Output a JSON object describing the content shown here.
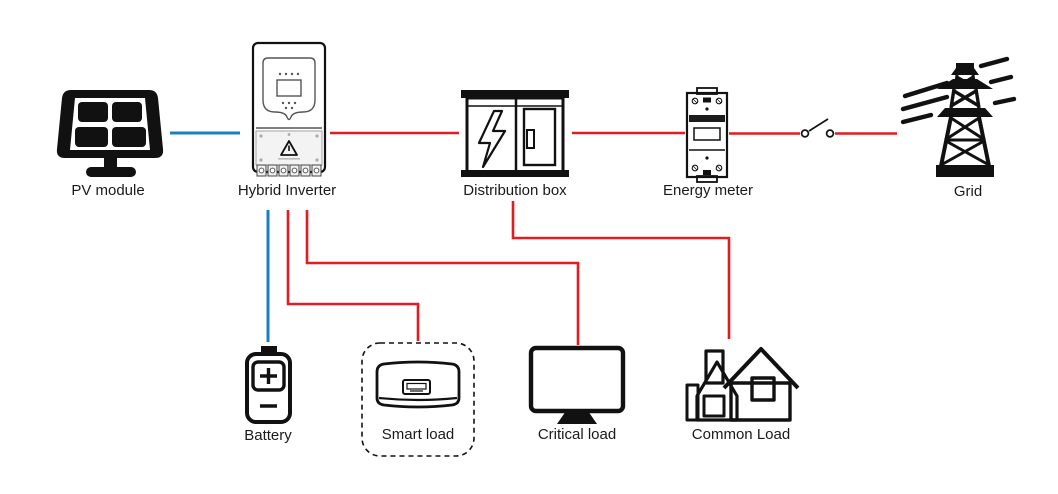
{
  "diagram_type": "hybrid-solar-inverter-system-wiring-diagram",
  "colors": {
    "dc_line_blue": "#1b7ec2",
    "ac_line_red": "#e01d22",
    "icon_black": "#111111"
  },
  "nodes": {
    "pv": {
      "label": "PV module",
      "icon": "solar-panel-icon"
    },
    "inverter": {
      "label": "Hybrid Inverter",
      "icon": "hybrid-inverter-icon"
    },
    "distribution": {
      "label": "Distribution box",
      "icon": "distribution-cabinet-icon"
    },
    "meter": {
      "label": "Energy meter",
      "icon": "din-rail-meter-icon"
    },
    "grid": {
      "label": "Grid",
      "icon": "transmission-tower-icon"
    },
    "battery": {
      "label": "Battery",
      "icon": "battery-icon"
    },
    "smart_load": {
      "label": "Smart load",
      "icon": "appliance-icon",
      "container": "dashed-rounded-box"
    },
    "critical_load": {
      "label": "Critical load",
      "icon": "monitor-icon"
    },
    "common_load": {
      "label": "Common Load",
      "icon": "house-icon"
    }
  },
  "connections": [
    {
      "from": "PV module",
      "to": "Hybrid Inverter",
      "color": "blue"
    },
    {
      "from": "Hybrid Inverter",
      "to": "Battery",
      "color": "blue"
    },
    {
      "from": "Hybrid Inverter",
      "to": "Distribution box",
      "color": "red"
    },
    {
      "from": "Distribution box",
      "to": "Energy meter",
      "color": "red"
    },
    {
      "from": "Energy meter",
      "to": "Grid",
      "color": "red",
      "via": "disconnect-switch"
    },
    {
      "from": "Hybrid Inverter",
      "to": "Smart load",
      "color": "red"
    },
    {
      "from": "Hybrid Inverter",
      "to": "Critical load",
      "color": "red"
    },
    {
      "from": "Distribution box",
      "to": "Common Load",
      "color": "red"
    }
  ]
}
